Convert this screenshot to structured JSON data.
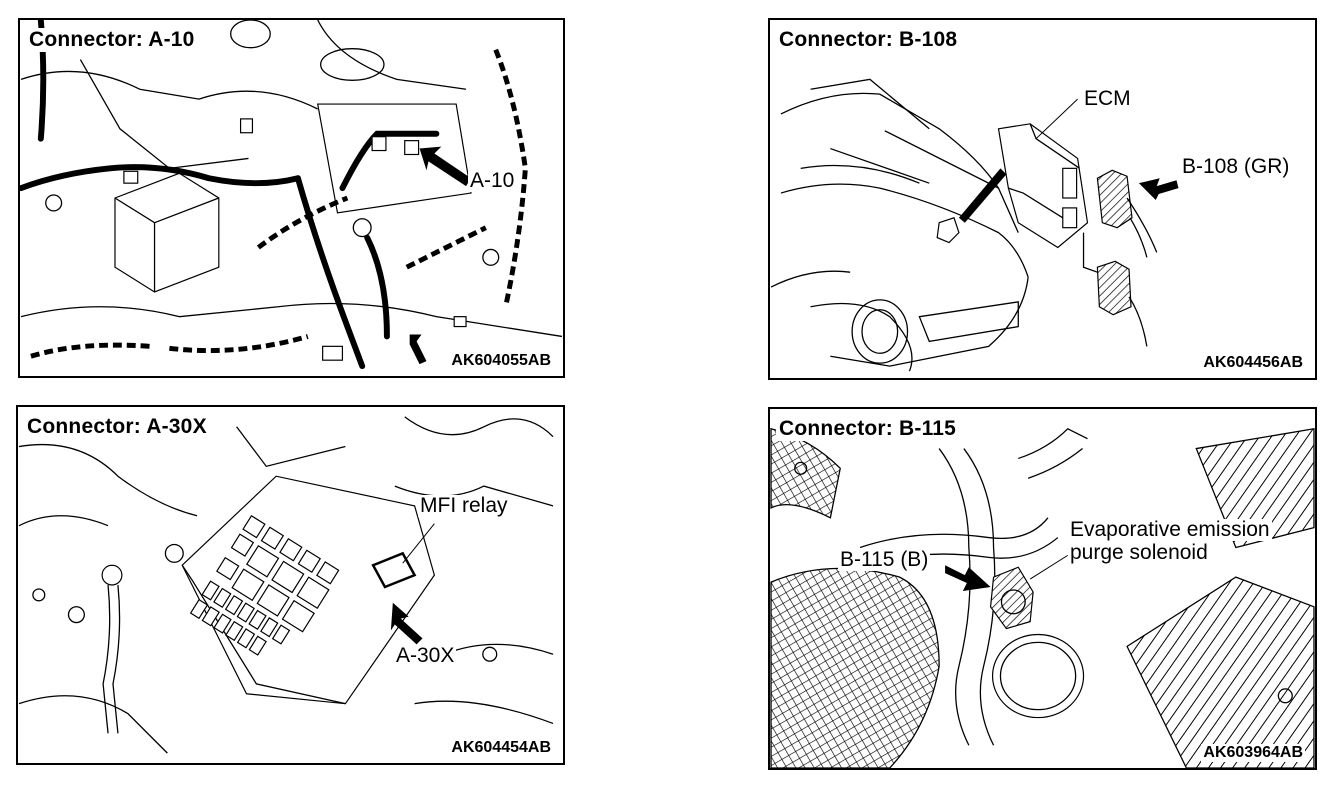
{
  "panels": [
    {
      "title": "Connector: A-10",
      "callouts": [
        "A-10"
      ],
      "code": "AK604055AB"
    },
    {
      "title": "Connector: B-108",
      "callouts": [
        "ECM",
        "B-108 (GR)"
      ],
      "code": "AK604456AB"
    },
    {
      "title": "Connector: A-30X",
      "callouts": [
        "MFI relay",
        "A-30X"
      ],
      "code": "AK604454AB"
    },
    {
      "title": "Connector: B-115",
      "callouts": [
        "Evaporative emission",
        "purge solenoid",
        "B-115 (B)"
      ],
      "code": "AK603964AB"
    }
  ]
}
